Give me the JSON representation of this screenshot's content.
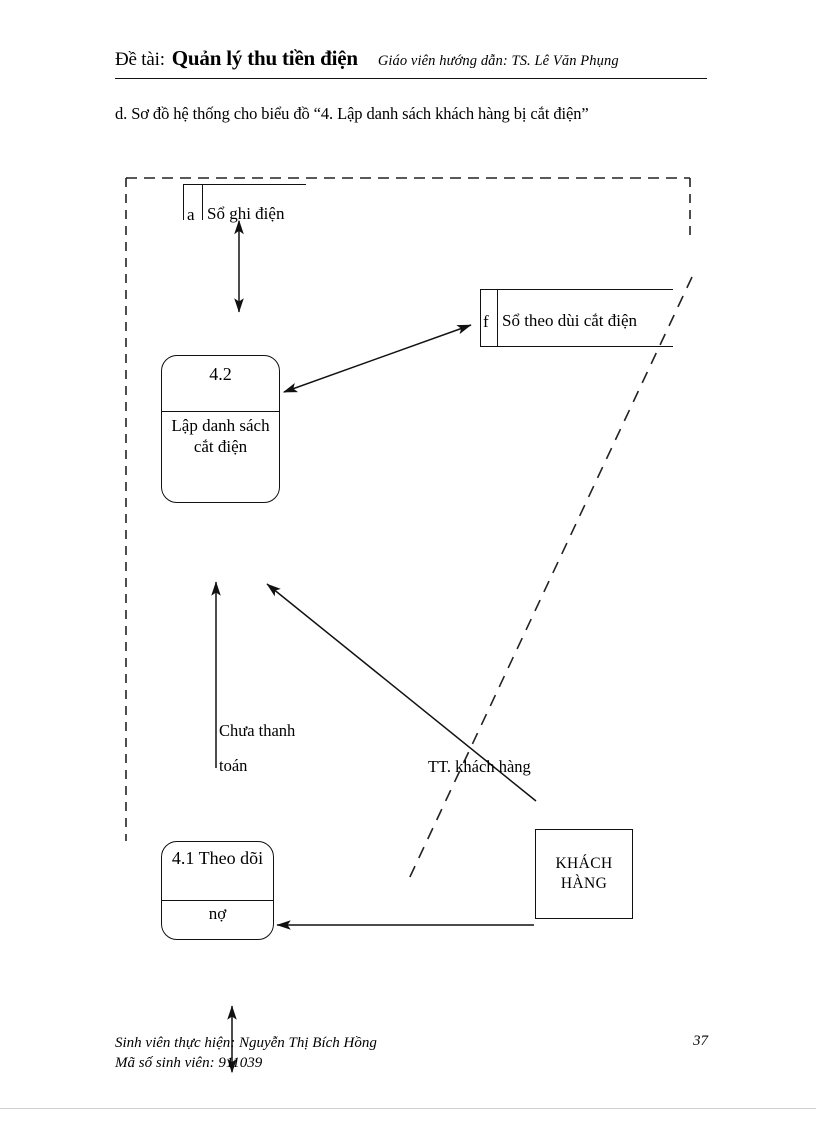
{
  "header": {
    "label": "Đề tài:",
    "title": "Quản lý thu tiền điện",
    "advisor": "Giáo viên hướng dẫn: TS. Lê Văn Phụng"
  },
  "subtitle": "d. Sơ đồ hệ thống cho biểu đồ “4. Lập danh sách khách hàng bị cắt điện”",
  "diagram": {
    "title": "Sơ đồ hệ thống - Lập danh sách khách hàng bị cắt điện",
    "boundary": {
      "style": "dashed",
      "color": "#222222"
    },
    "processes": [
      {
        "id": "4.2",
        "number": "4.2",
        "name": "Lập danh sách cắt điện"
      },
      {
        "id": "4.1",
        "number": "4.1 Theo dõi",
        "name": "nợ"
      }
    ],
    "data_stores": [
      {
        "key": "a",
        "name": "Sổ ghi điện"
      },
      {
        "key": "f",
        "name": "Sổ theo dùi cắt điện"
      }
    ],
    "entities": [
      {
        "id": "customer",
        "name": "KHÁCH HÀNG"
      }
    ],
    "flow_labels": [
      {
        "id": "unpaid-line1",
        "text": "Chưa thanh"
      },
      {
        "id": "unpaid-line2",
        "text": "toán"
      },
      {
        "id": "customer-info",
        "text": "TT. khách hàng"
      }
    ]
  },
  "footer": {
    "line1": "Sinh viên thực hiện: Nguyễn Thị Bích Hồng",
    "line2": "Mã số sinh viên: 911039",
    "page_number": "37"
  },
  "colors": {
    "ink": "#111111",
    "paper": "#ffffff",
    "page_edge": "#cfcfcf"
  }
}
